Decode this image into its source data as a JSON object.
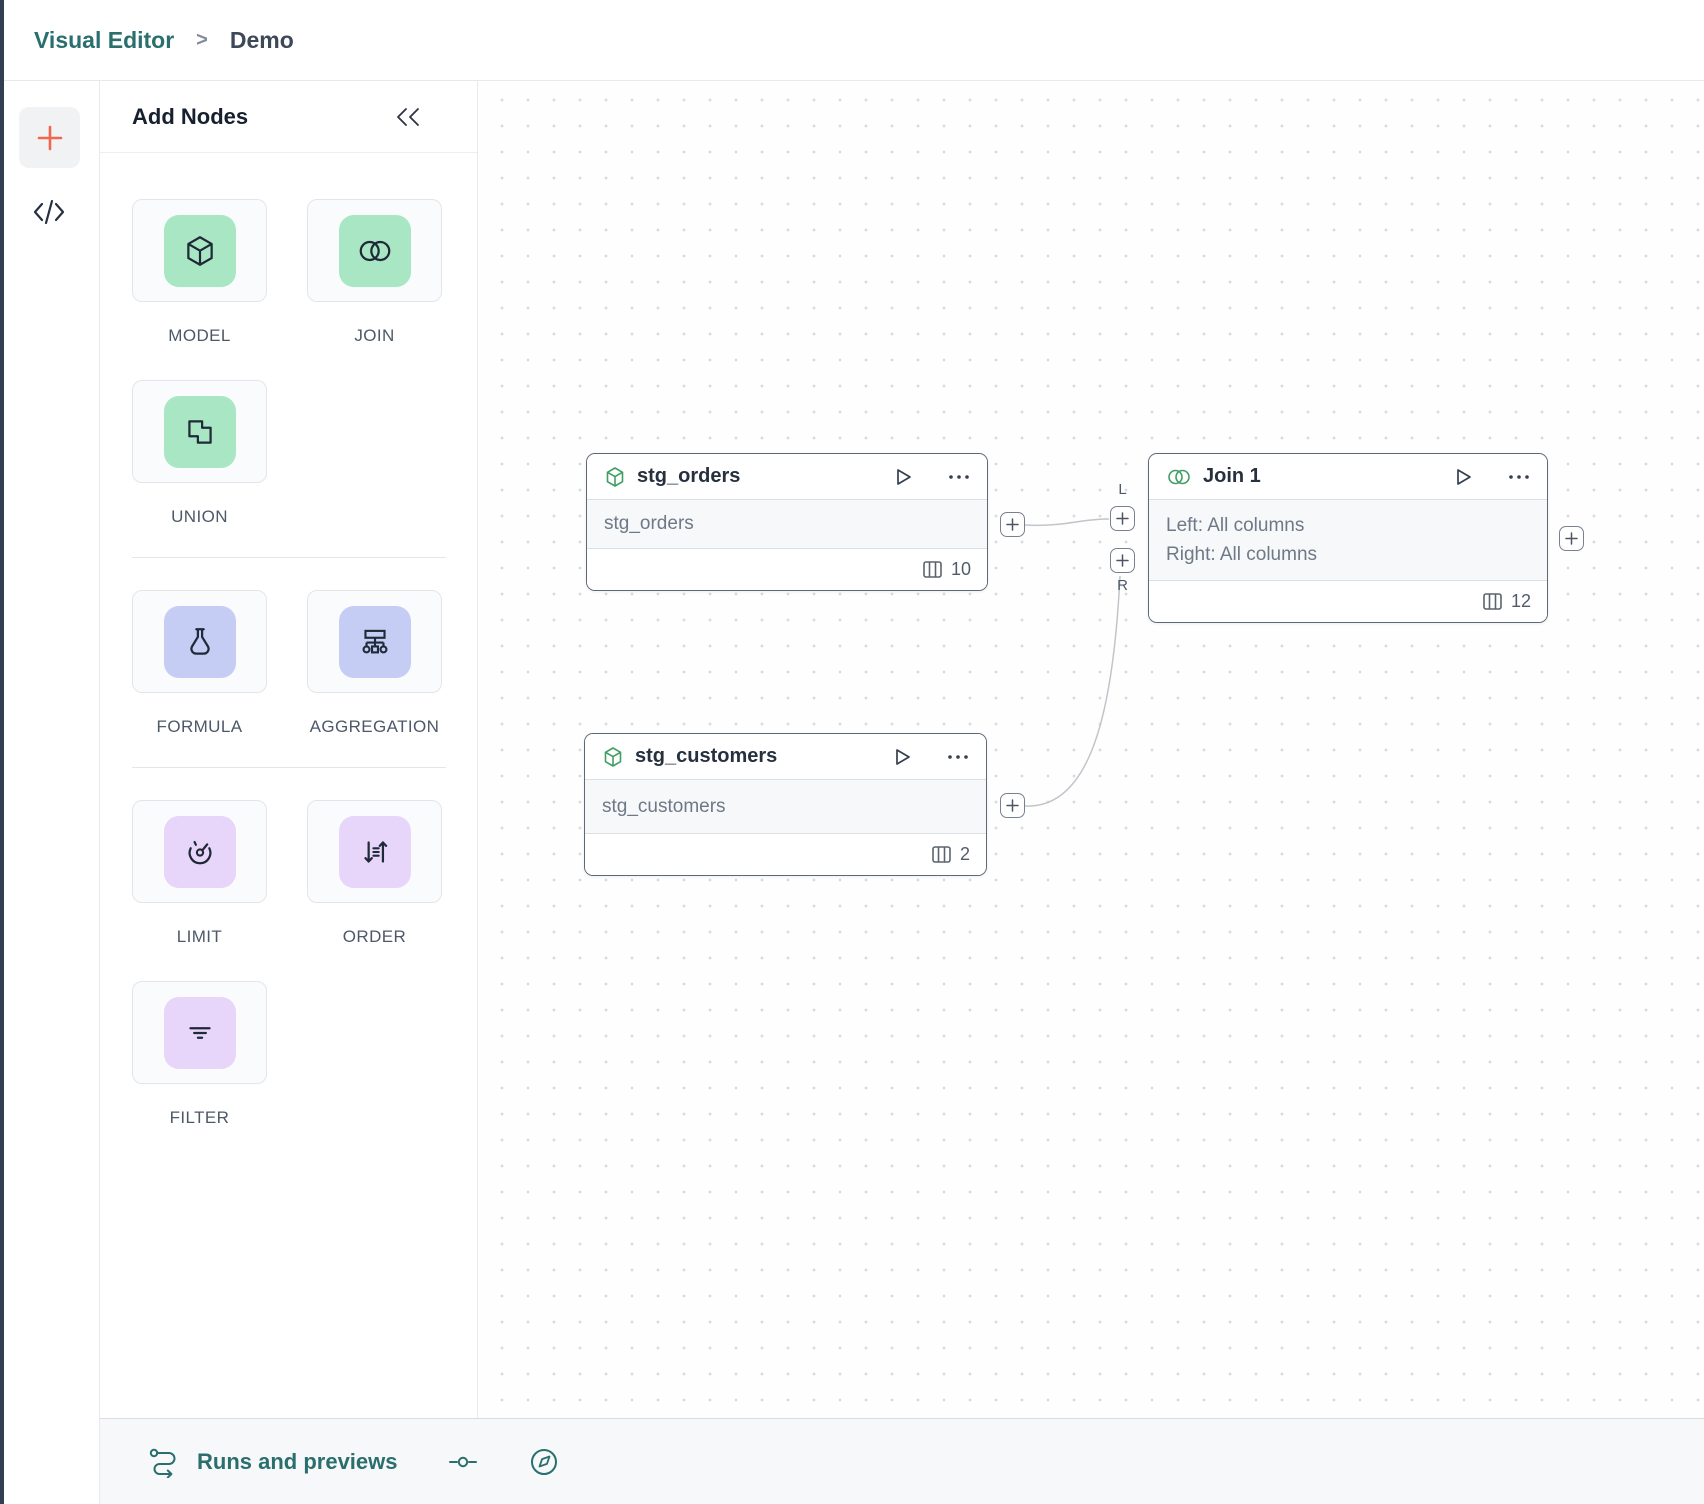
{
  "header": {
    "breadcrumb_root": "Visual Editor",
    "breadcrumb_separator": ">",
    "breadcrumb_current": "Demo"
  },
  "panel": {
    "title": "Add Nodes",
    "groups": [
      {
        "items": [
          {
            "label": "MODEL"
          },
          {
            "label": "JOIN"
          },
          {
            "label": "UNION"
          }
        ]
      },
      {
        "items": [
          {
            "label": "FORMULA"
          },
          {
            "label": "AGGREGATION"
          }
        ]
      },
      {
        "items": [
          {
            "label": "LIMIT"
          },
          {
            "label": "ORDER"
          },
          {
            "label": "FILTER"
          }
        ]
      }
    ]
  },
  "canvas": {
    "nodes": [
      {
        "type": "model",
        "title": "stg_orders",
        "body": "stg_orders",
        "column_count": "10"
      },
      {
        "type": "model",
        "title": "stg_customers",
        "body": "stg_customers",
        "column_count": "2"
      },
      {
        "type": "join",
        "title": "Join 1",
        "body_line_1": "Left: All columns",
        "body_line_2": "Right: All columns",
        "column_count": "12",
        "left_port_label": "L",
        "right_port_label": "R"
      }
    ]
  },
  "bottom_bar": {
    "runs_label": "Runs and previews"
  },
  "colors": {
    "accent_teal": "#2a6f6e",
    "accent_orange": "#f0674c",
    "tile_green": "#a9e6c3",
    "tile_blue": "#c6cdf5",
    "tile_purple": "#e7d6f9",
    "node_border": "#5d6878",
    "canvas_dot": "#d8dbde"
  }
}
